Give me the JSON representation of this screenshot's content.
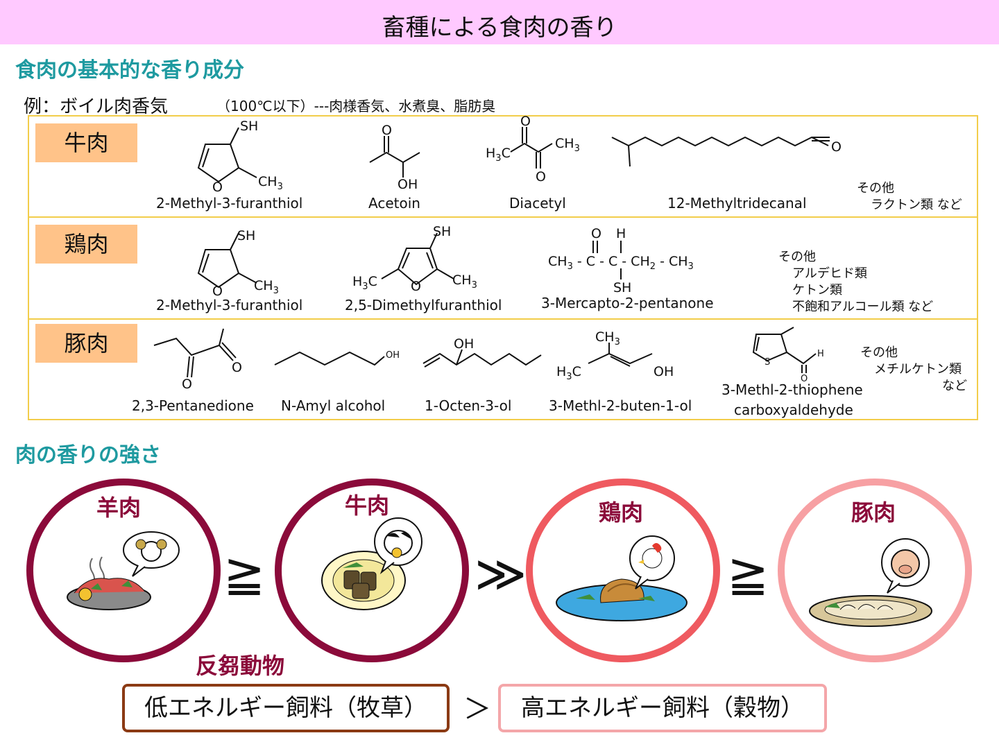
{
  "title": "畜種による食肉の香り",
  "section1": "食肉の基本的な香り成分",
  "example": "例：ボイル肉香気",
  "example_note": "（100℃以下）---肉様香気、水煮臭、脂肪臭",
  "rows": [
    {
      "meat": "牛肉",
      "compounds": [
        "2-Methyl-3-furanthiol",
        "Acetoin",
        "Diacetyl",
        "12-Methyltridecanal"
      ],
      "other": [
        "その他",
        "ラクトン類 など"
      ]
    },
    {
      "meat": "鶏肉",
      "compounds": [
        "2-Methyl-3-furanthiol",
        "2,5-Dimethylfuranthiol",
        "3-Mercapto-2-pentanone"
      ],
      "other": [
        "その他",
        "アルデヒド類",
        "ケトン類",
        "不飽和アルコール類 など"
      ]
    },
    {
      "meat": "豚肉",
      "compounds": [
        "2,3-Pentanedione",
        "N-Amyl alcohol",
        "1-Octen-3-ol",
        "3-Methl-2-buten-1-ol",
        "3-Methl-2-thiophene",
        "carboxyaldehyde"
      ],
      "other": [
        "その他",
        "メチルケトン類",
        "など"
      ]
    }
  ],
  "section2": "肉の香りの強さ",
  "strength": {
    "items": [
      {
        "label": "羊肉",
        "color": "#8b0a3a"
      },
      {
        "label": "牛肉",
        "color": "#8b0a3a"
      },
      {
        "label": "鶏肉",
        "color": "#ef5a60"
      },
      {
        "label": "豚肉",
        "color": "#f7a0a3"
      }
    ],
    "relations": [
      "≧",
      "≫",
      "≧"
    ],
    "ruminant": "反芻動物"
  },
  "feed": {
    "low": "低エネルギー飼料（牧草）",
    "comparator": "＞",
    "high": "高エネルギー飼料（穀物）"
  }
}
